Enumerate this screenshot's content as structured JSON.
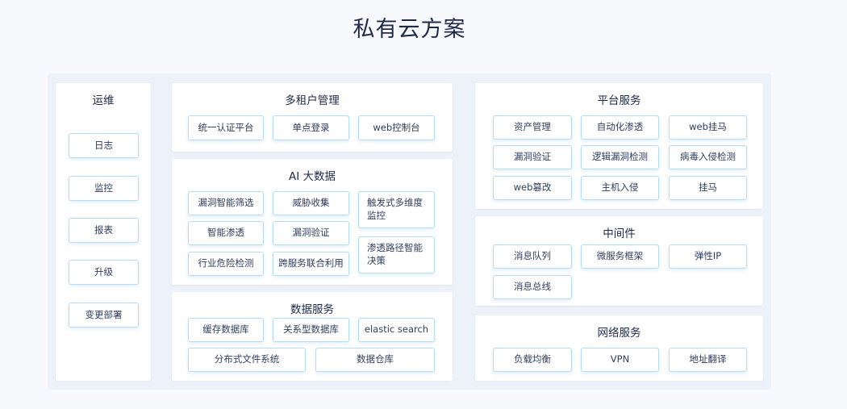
{
  "title": "私有云方案",
  "ops": {
    "title": "运维",
    "items": [
      "日志",
      "监控",
      "报表",
      "升级",
      "变更部署"
    ]
  },
  "tenant": {
    "title": "多租户管理",
    "items": [
      "统一认证平台",
      "单点登录",
      "web控制台"
    ]
  },
  "ai": {
    "title": "AI 大数据",
    "items": [
      "漏洞智能筛选",
      "威胁收集",
      "触发式多维度\n监控",
      "智能渗透",
      "漏洞验证",
      "行业危险检测",
      "跨服务联合利用",
      "渗透路径智能\n决策"
    ]
  },
  "data": {
    "title": "数据服务",
    "items": [
      "缓存数据库",
      "关系型数据库",
      "elastic search",
      "分布式文件系统",
      "数据仓库"
    ]
  },
  "platform": {
    "title": "平台服务",
    "items": [
      "资产管理",
      "自动化渗透",
      "web挂马",
      "漏洞验证",
      "逻辑漏洞检测",
      "病毒入侵检测",
      "web篡改",
      "主机入侵",
      "挂马"
    ]
  },
  "middleware": {
    "title": "中间件",
    "items": [
      "消息队列",
      "微服务框架",
      "弹性IP",
      "消息总线"
    ]
  },
  "network": {
    "title": "网络服务",
    "items": [
      "负载均衡",
      "VPN",
      "地址翻译"
    ]
  }
}
